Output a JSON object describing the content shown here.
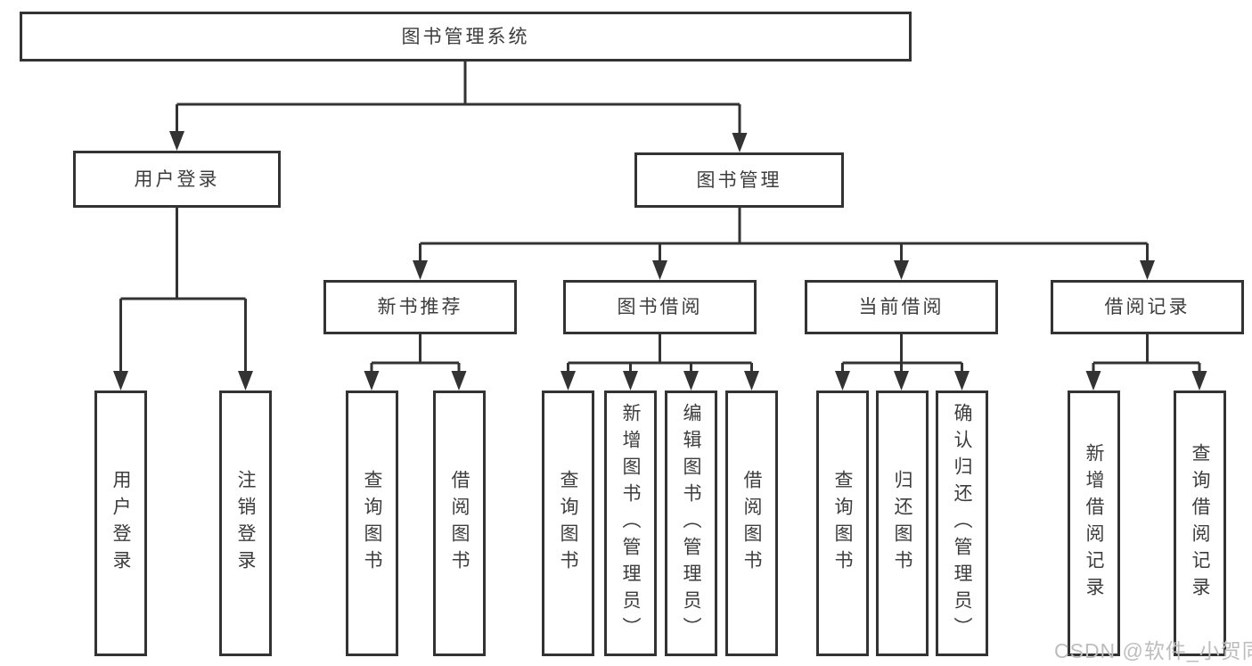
{
  "diagram": {
    "root": {
      "label": "图书管理系统",
      "children": [
        {
          "label": "用户登录",
          "children": [
            {
              "label": "用户登录"
            },
            {
              "label": "注销登录"
            }
          ]
        },
        {
          "label": "图书管理",
          "children": [
            {
              "label": "新书推荐",
              "children": [
                {
                  "label": "查询图书"
                },
                {
                  "label": "借阅图书"
                }
              ]
            },
            {
              "label": "图书借阅",
              "children": [
                {
                  "label": "查询图书"
                },
                {
                  "label": "新增图书（管理员）"
                },
                {
                  "label": "编辑图书（管理员）"
                },
                {
                  "label": "借阅图书"
                }
              ]
            },
            {
              "label": "当前借阅",
              "children": [
                {
                  "label": "查询图书"
                },
                {
                  "label": "归还图书"
                },
                {
                  "label": "确认归还（管理员）"
                }
              ]
            },
            {
              "label": "借阅记录",
              "children": [
                {
                  "label": "新增借阅记录"
                },
                {
                  "label": "查询借阅记录"
                }
              ]
            }
          ]
        }
      ]
    },
    "colors": {
      "line": "#333333",
      "text": "#3d3d3d",
      "watermark_text": "#bdbdbd",
      "background": "#ffffff"
    }
  },
  "watermark": {
    "text": "CSDN @软件_小贺同学"
  }
}
